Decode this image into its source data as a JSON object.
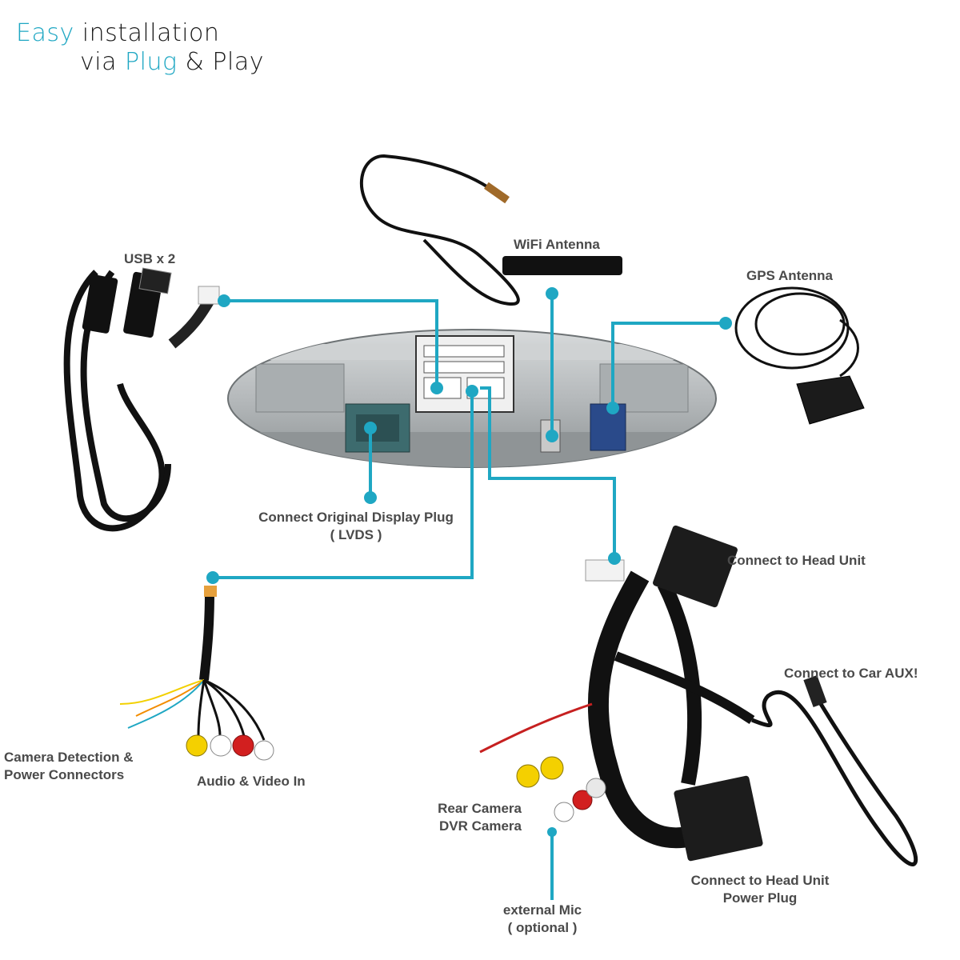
{
  "header": {
    "line1_accent": "Easy",
    "line1_rest": " installation",
    "line2_prefix": "via ",
    "line2_accent": "Plug",
    "line2_rest": " & Play"
  },
  "labels": {
    "usb": "USB x 2",
    "wifi": "WiFi Antenna",
    "gps": "GPS Antenna",
    "display_line1": "Connect Original Display Plug",
    "display_line2": "( LVDS )",
    "head_unit": "Connect to Head Unit",
    "car_aux": "Connect to Car AUX!",
    "camera_det_line1": "Camera Detection &",
    "camera_det_line2": "Power Connectors",
    "av_in": "Audio & Video In",
    "rear_cam_line1": "Rear Camera",
    "rear_cam_line2": "DVR Camera",
    "power_plug_line1": "Connect to Head Unit",
    "power_plug_line2": "Power Plug",
    "mic_line1": "external Mic",
    "mic_line2": "( optional )"
  },
  "colors": {
    "accent": "#1fa7c3",
    "label": "#4a4a4a",
    "cable": "#111111",
    "panel": "#b9bdbf",
    "lvds_plug": "#3d6b6e",
    "gps_plug": "#2a4a8a"
  },
  "icons": [
    "usb-cable-icon",
    "wifi-antenna-icon",
    "gps-antenna-icon",
    "head-unit-panel-icon",
    "harness-icon",
    "rca-cable-icon",
    "aux-cable-icon"
  ]
}
